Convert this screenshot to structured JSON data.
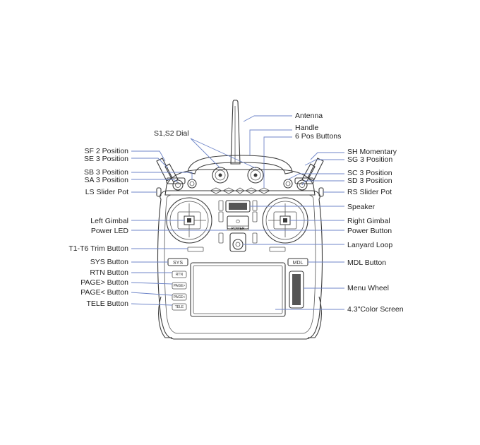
{
  "colors": {
    "leader": "#6f86c9",
    "outline": "#3a3a3a",
    "label": "#1f1f1f",
    "background": "#ffffff"
  },
  "labels": {
    "antenna": "Antenna",
    "handle": "Handle",
    "six_pos_buttons": "6 Pos Buttons",
    "s1_s2_dial": "S1,S2 Dial",
    "sf": "SF 2 Position",
    "se": "SE 3 Position",
    "sb": "SB 3 Position",
    "sa": "SA 3 Position",
    "ls_slider": "LS Slider Pot",
    "left_gimbal": "Left Gimbal",
    "power_led": "Power LED",
    "trim": "T1-T6 Trim Button",
    "sys_button": "SYS Button",
    "rtn_button": "RTN Button",
    "page_next": "PAGE> Button",
    "page_prev": "PAGE< Button",
    "tele_button": "TELE Button",
    "sh": "SH Momentary",
    "sg": "SG 3 Position",
    "sc": "SC 3 Position",
    "sd": "SD 3 Position",
    "rs_slider": "RS Slider Pot",
    "speaker": "Speaker",
    "right_gimbal": "Right Gimbal",
    "power_button": "Power Button",
    "lanyard_loop": "Lanyard Loop",
    "mdl_button": "MDL Button",
    "menu_wheel": "Menu Wheel",
    "color_screen": "4.3\"Color Screen"
  },
  "device_text": {
    "sys": "SYS",
    "mdl": "MDL",
    "rtn": "RTN",
    "page_next": "PAGE>",
    "page_prev": "PAGE<",
    "tele": "TELE",
    "power": "POWER",
    "power_icon": "⏻"
  },
  "icons": {
    "power": "power-icon"
  }
}
